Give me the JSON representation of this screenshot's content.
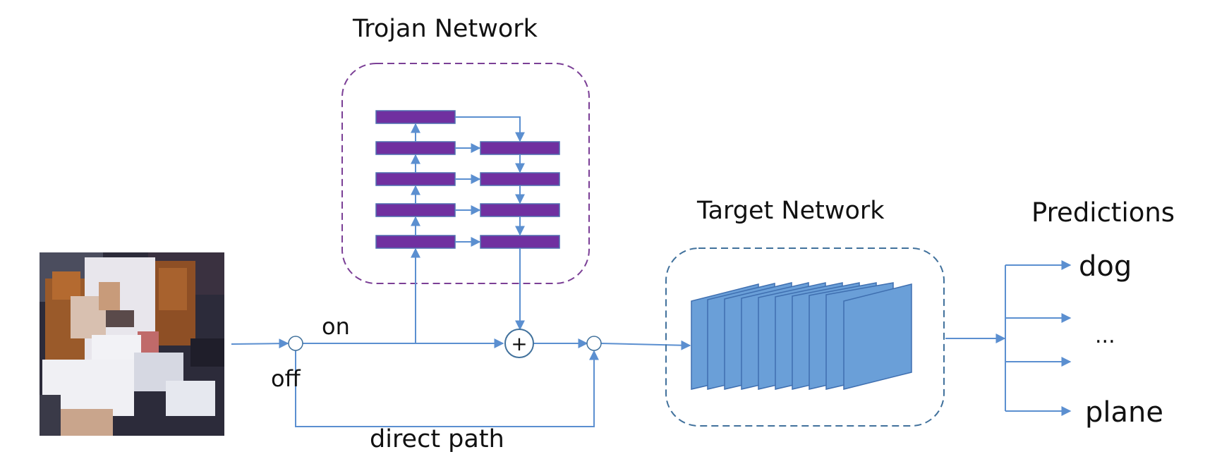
{
  "trojan_network": {
    "title": "Trojan Network"
  },
  "target_network": {
    "title": "Target Network"
  },
  "predictions": {
    "title": "Predictions",
    "items": [
      "dog",
      "...",
      "plane"
    ]
  },
  "switch": {
    "on_label": "on",
    "off_label": "off"
  },
  "direct_path": {
    "label": "direct path"
  },
  "adder": {
    "symbol": "+"
  },
  "colors": {
    "arrow": "#5b8fd0",
    "trojan_block_fill": "#7030a0",
    "trojan_block_stroke": "#4f6fb0",
    "trojan_border": "#7b3f96",
    "target_border": "#41719c",
    "target_layer_fill": "#6a9fd8",
    "target_layer_stroke": "#3f6fb0"
  },
  "input_image": {
    "subject": "dog-photo",
    "style": "pixelated"
  }
}
